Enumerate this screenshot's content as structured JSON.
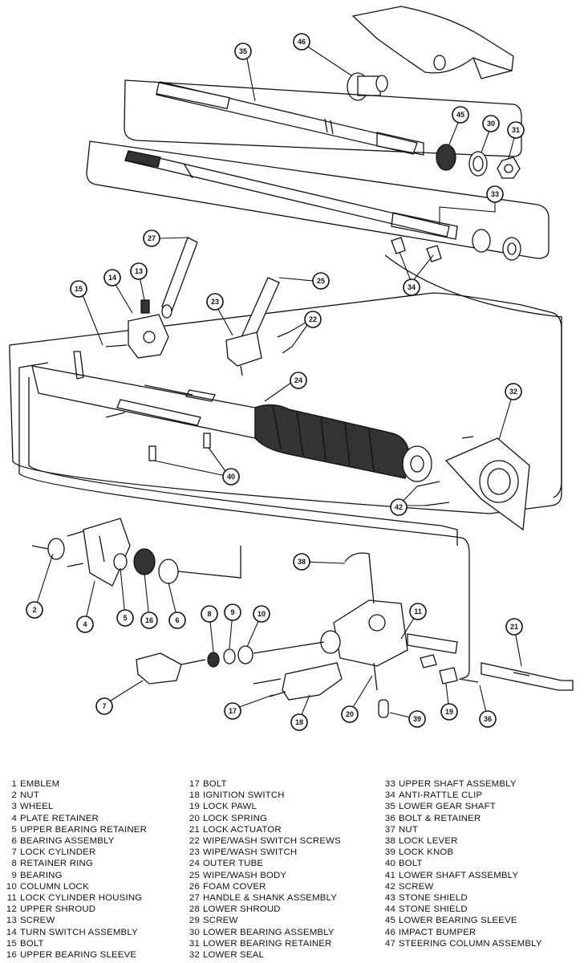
{
  "diagram": {
    "callouts": [
      "46",
      "35",
      "45",
      "30",
      "31",
      "33",
      "34",
      "27",
      "25",
      "13",
      "14",
      "15",
      "23",
      "22",
      "24",
      "32",
      "40",
      "42",
      "2",
      "4",
      "5",
      "16",
      "6",
      "38",
      "11",
      "8",
      "9",
      "10",
      "21",
      "7",
      "17",
      "18",
      "20",
      "39",
      "19",
      "36"
    ]
  },
  "legend": {
    "columns": [
      [
        {
          "num": "1",
          "label": "EMBLEM"
        },
        {
          "num": "2",
          "label": "NUT"
        },
        {
          "num": "3",
          "label": "WHEEL"
        },
        {
          "num": "4",
          "label": "PLATE RETAINER"
        },
        {
          "num": "5",
          "label": "UPPER BEARING RETAINER"
        },
        {
          "num": "6",
          "label": "BEARING ASSEMBLY"
        },
        {
          "num": "7",
          "label": "LOCK CYLINDER"
        },
        {
          "num": "8",
          "label": "RETAINER RING"
        },
        {
          "num": "9",
          "label": "BEARING"
        },
        {
          "num": "10",
          "label": "COLUMN LOCK"
        },
        {
          "num": "11",
          "label": "LOCK CYLINDER HOUSING"
        },
        {
          "num": "12",
          "label": "UPPER SHROUD"
        },
        {
          "num": "13",
          "label": "SCREW"
        },
        {
          "num": "14",
          "label": "TURN SWITCH ASSEMBLY"
        },
        {
          "num": "15",
          "label": "BOLT"
        },
        {
          "num": "16",
          "label": "UPPER BEARING SLEEVE"
        }
      ],
      [
        {
          "num": "17",
          "label": "BOLT"
        },
        {
          "num": "18",
          "label": "IGNITION SWITCH"
        },
        {
          "num": "19",
          "label": "LOCK PAWL"
        },
        {
          "num": "20",
          "label": "LOCK SPRING"
        },
        {
          "num": "21",
          "label": "LOCK ACTUATOR"
        },
        {
          "num": "22",
          "label": "WIPE/WASH SWITCH SCREWS"
        },
        {
          "num": "23",
          "label": "WIPE/WASH SWITCH"
        },
        {
          "num": "24",
          "label": "OUTER TUBE"
        },
        {
          "num": "25",
          "label": "WIPE/WASH BODY"
        },
        {
          "num": "26",
          "label": "FOAM COVER"
        },
        {
          "num": "27",
          "label": "HANDLE & SHANK ASSEMBLY"
        },
        {
          "num": "28",
          "label": "LOWER SHROUD"
        },
        {
          "num": "29",
          "label": "SCREW"
        },
        {
          "num": "30",
          "label": "LOWER BEARING ASSEMBLY"
        },
        {
          "num": "31",
          "label": "LOWER BEARING RETAINER"
        },
        {
          "num": "32",
          "label": "LOWER SEAL"
        }
      ],
      [
        {
          "num": "33",
          "label": "UPPER SHAFT ASSEMBLY"
        },
        {
          "num": "34",
          "label": "ANTI-RATTLE CLIP"
        },
        {
          "num": "35",
          "label": "LOWER GEAR SHAFT"
        },
        {
          "num": "36",
          "label": "BOLT & RETAINER"
        },
        {
          "num": "37",
          "label": "NUT"
        },
        {
          "num": "38",
          "label": "LOCK LEVER"
        },
        {
          "num": "39",
          "label": "LOCK KNOB"
        },
        {
          "num": "40",
          "label": "BOLT"
        },
        {
          "num": "41",
          "label": "LOWER SHAFT ASSEMBLY"
        },
        {
          "num": "42",
          "label": "SCREW"
        },
        {
          "num": "43",
          "label": "STONE SHIELD"
        },
        {
          "num": "44",
          "label": "STONE SHIELD"
        },
        {
          "num": "45",
          "label": "LOWER BEARING SLEEVE"
        },
        {
          "num": "46",
          "label": "IMPACT BUMPER"
        },
        {
          "num": "47",
          "label": "STEERING COLUMN ASSEMBLY"
        }
      ]
    ]
  }
}
